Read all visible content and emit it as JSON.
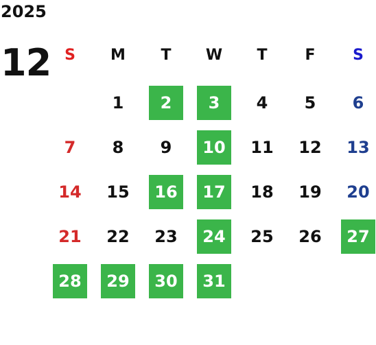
{
  "calendar": {
    "year": "2025",
    "month": "12",
    "weekdays": [
      "S",
      "M",
      "T",
      "W",
      "T",
      "F",
      "S"
    ],
    "days": [
      {
        "label": "1",
        "highlighted": false
      },
      {
        "label": "2",
        "highlighted": true
      },
      {
        "label": "3",
        "highlighted": true
      },
      {
        "label": "4",
        "highlighted": false
      },
      {
        "label": "5",
        "highlighted": false
      },
      {
        "label": "6",
        "highlighted": false
      },
      {
        "label": "7",
        "highlighted": false
      },
      {
        "label": "8",
        "highlighted": false
      },
      {
        "label": "9",
        "highlighted": false
      },
      {
        "label": "10",
        "highlighted": true
      },
      {
        "label": "11",
        "highlighted": false
      },
      {
        "label": "12",
        "highlighted": false
      },
      {
        "label": "13",
        "highlighted": false
      },
      {
        "label": "14",
        "highlighted": false
      },
      {
        "label": "15",
        "highlighted": false
      },
      {
        "label": "16",
        "highlighted": true
      },
      {
        "label": "17",
        "highlighted": true
      },
      {
        "label": "18",
        "highlighted": false
      },
      {
        "label": "19",
        "highlighted": false
      },
      {
        "label": "20",
        "highlighted": false
      },
      {
        "label": "21",
        "highlighted": false
      },
      {
        "label": "22",
        "highlighted": false
      },
      {
        "label": "23",
        "highlighted": false
      },
      {
        "label": "24",
        "highlighted": true
      },
      {
        "label": "25",
        "highlighted": false
      },
      {
        "label": "26",
        "highlighted": false
      },
      {
        "label": "27",
        "highlighted": true
      },
      {
        "label": "28",
        "highlighted": true
      },
      {
        "label": "29",
        "highlighted": true
      },
      {
        "label": "30",
        "highlighted": true
      },
      {
        "label": "31",
        "highlighted": true
      }
    ]
  },
  "colors": {
    "highlight": "#3bb54a",
    "sunday": "#d42a2a",
    "saturday": "#1f3f8f",
    "text": "#111111"
  }
}
